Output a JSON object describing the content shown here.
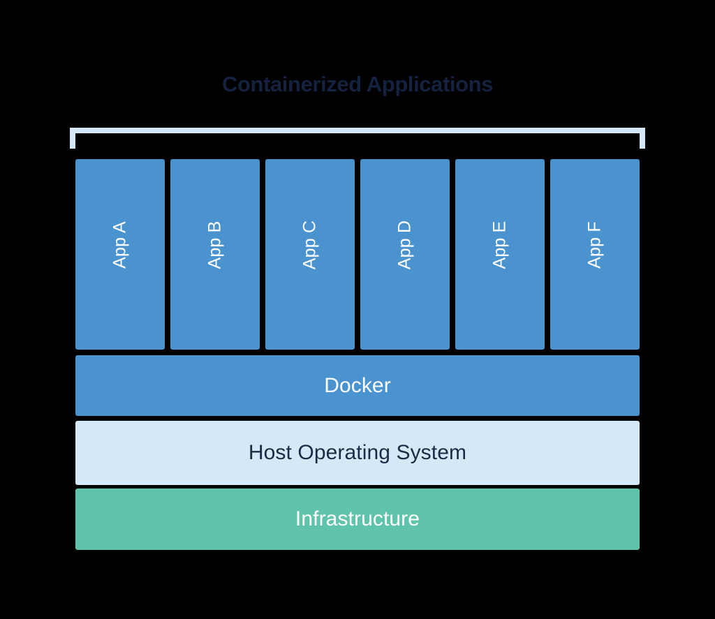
{
  "diagram": {
    "title": "Containerized Applications",
    "title_color": "#15223F",
    "background_color": "#000000",
    "bracket": {
      "name": "containerized-applications-bracket",
      "color": "#D3E7F9"
    },
    "app_layer": {
      "box_color": "#4A93CF",
      "label_color": "#FFFFFF",
      "apps": [
        {
          "label": "App A"
        },
        {
          "label": "App B"
        },
        {
          "label": "App C"
        },
        {
          "label": "App D"
        },
        {
          "label": "App E"
        },
        {
          "label": "App F"
        }
      ]
    },
    "layers": [
      {
        "label": "Docker",
        "fill": "#4A93CF",
        "text_color": "#FFFFFF"
      },
      {
        "label": "Host Operating System",
        "fill": "#D5E8F8",
        "text_color": "#1B2B44"
      },
      {
        "label": "Infrastructure",
        "fill": "#5FC4AB",
        "text_color": "#FFFFFF"
      }
    ]
  }
}
